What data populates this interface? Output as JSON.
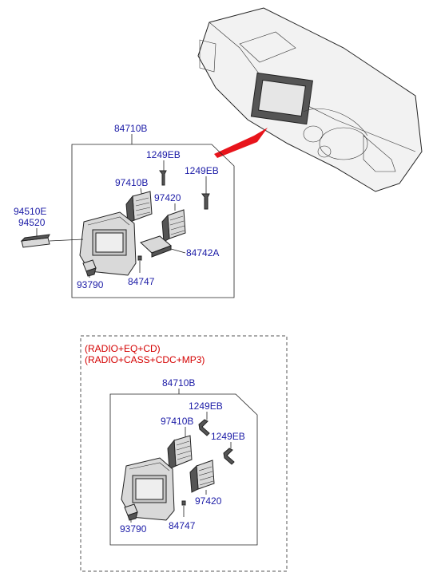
{
  "top_group": {
    "assembly_label": "84710B",
    "labels": {
      "screw_a": "1249EB",
      "screw_b": "1249EB",
      "vent_left": "97410B",
      "vent_right": "97420",
      "switch_a": "94510E",
      "switch_b": "94520",
      "tray": "84742A",
      "clip": "93790",
      "small_clip": "84747"
    }
  },
  "option_box": {
    "condition_1": "(RADIO+EQ+CD)",
    "condition_2": "(RADIO+CASS+CDC+MP3)"
  },
  "bottom_group": {
    "assembly_label": "84710B",
    "labels": {
      "screw_a": "1249EB",
      "screw_b": "1249EB",
      "vent_left": "97410B",
      "vent_right": "97420",
      "clip": "93790",
      "small_clip": "84747"
    }
  },
  "colors": {
    "label_blue": "#1a1aa6",
    "note_red": "#d40000",
    "pointer_red": "#e8141b"
  }
}
